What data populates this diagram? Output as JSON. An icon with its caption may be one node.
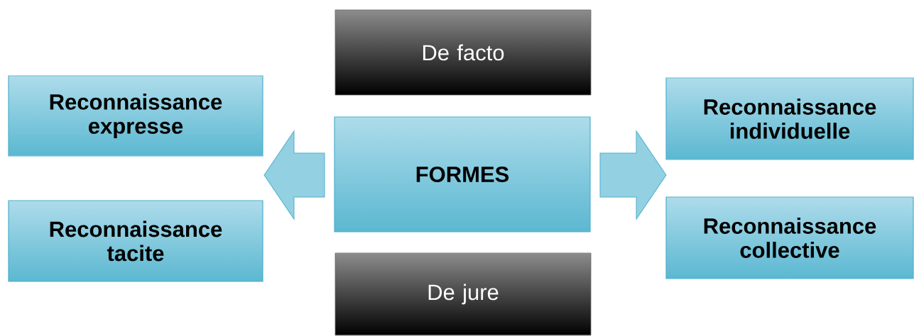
{
  "diagram": {
    "nodes": [
      {
        "text": [
          "De facto"
        ]
      },
      {
        "text": [
          "Reconnaissance expresse"
        ]
      },
      {
        "text": [
          "Reconnaissance individuelle"
        ]
      },
      {
        "text": [
          "FORMES"
        ]
      },
      {
        "text": [
          "Reconnaissance tacite"
        ]
      },
      {
        "text": [
          "Reconnaissance collective"
        ]
      },
      {
        "text": [
          "De jure"
        ]
      }
    ],
    "edges": [
      {
        "from": 3,
        "to": 1,
        "arrow": "to"
      },
      {
        "from": 3,
        "to": 2,
        "arrow": "to"
      }
    ]
  }
}
